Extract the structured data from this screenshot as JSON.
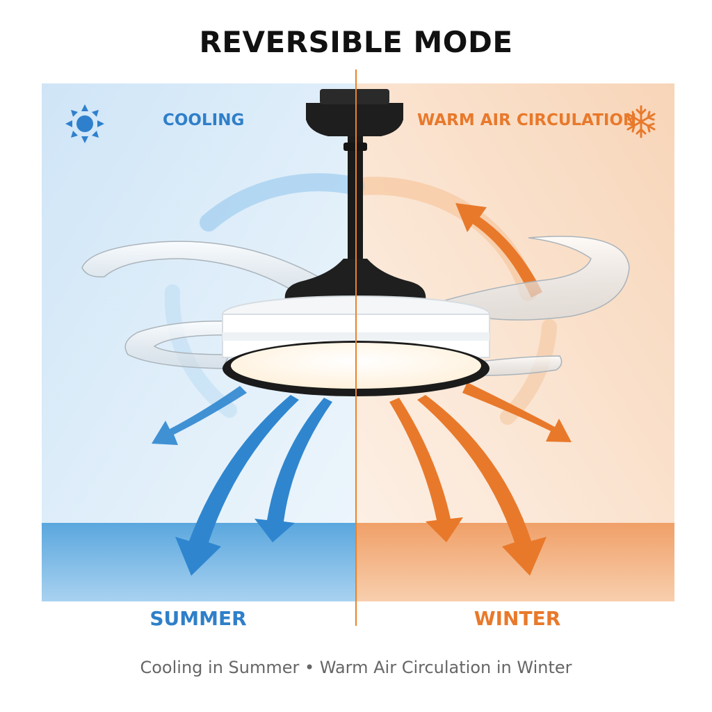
{
  "title": "REVERSIBLE MODE",
  "left_panel": {
    "heading": "COOLING",
    "icon": "sun-icon",
    "season": "SUMMER",
    "color": "#2f7fc9"
  },
  "right_panel": {
    "heading": "WARM AIR CIRCULATION",
    "icon": "snowflake-icon",
    "season": "WINTER",
    "color": "#e8792b"
  },
  "caption": "Cooling in Summer • Warm Air Circulation in Winter",
  "colors": {
    "divider": "#e8832a",
    "fan_body": "#1b1b1b",
    "light_panel": "#fff8ec"
  }
}
